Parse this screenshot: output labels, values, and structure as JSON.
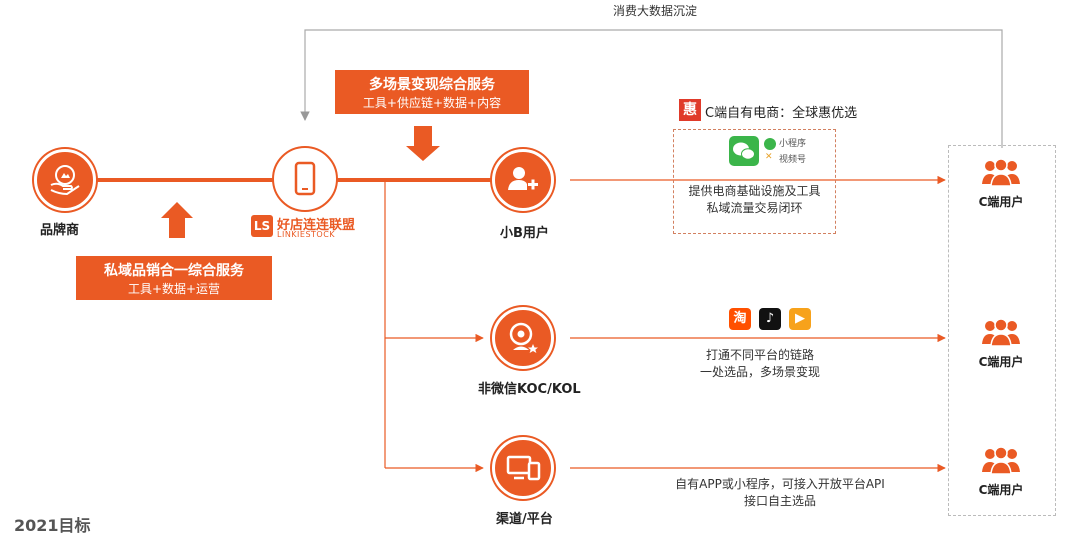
{
  "top_loop": {
    "label": "消费大数据沉淀"
  },
  "nodes": {
    "brand": {
      "label": "品牌商"
    },
    "platform": {
      "logo_cn": "好店连连联盟",
      "logo_en": "LINKIESTOCK"
    },
    "small_b": {
      "label": "小B用户"
    },
    "koc": {
      "label": "非微信KOC/KOL"
    },
    "channel": {
      "label": "渠道/平台"
    }
  },
  "service_top": {
    "title": "多场景变现综合服务",
    "subtitle": "工具+供应链+数据+内容"
  },
  "service_left": {
    "title": "私域品销合一综合服务",
    "subtitle": "工具+数据+运营"
  },
  "ecom": {
    "badge": "惠",
    "title": "C端自有电商：全球惠优选",
    "mini_program": "小程序",
    "channels": "视频号",
    "desc_line1": "提供电商基础设施及工具",
    "desc_line2": "私域流量交易闭环"
  },
  "koc_desc": {
    "app1": "淘",
    "line1": "打通不同平台的链路",
    "line2": "一处选品，多场景变现"
  },
  "channel_desc": {
    "line1": "自有APP或小程序，可接入开放平台API",
    "line2": "接口自主选品"
  },
  "c_users": [
    {
      "label": "C端用户"
    },
    {
      "label": "C端用户"
    },
    {
      "label": "C端用户"
    }
  ],
  "footer": {
    "label": "2021目标"
  },
  "colors": {
    "accent": "#ea5a24",
    "dash": "#d28060"
  }
}
